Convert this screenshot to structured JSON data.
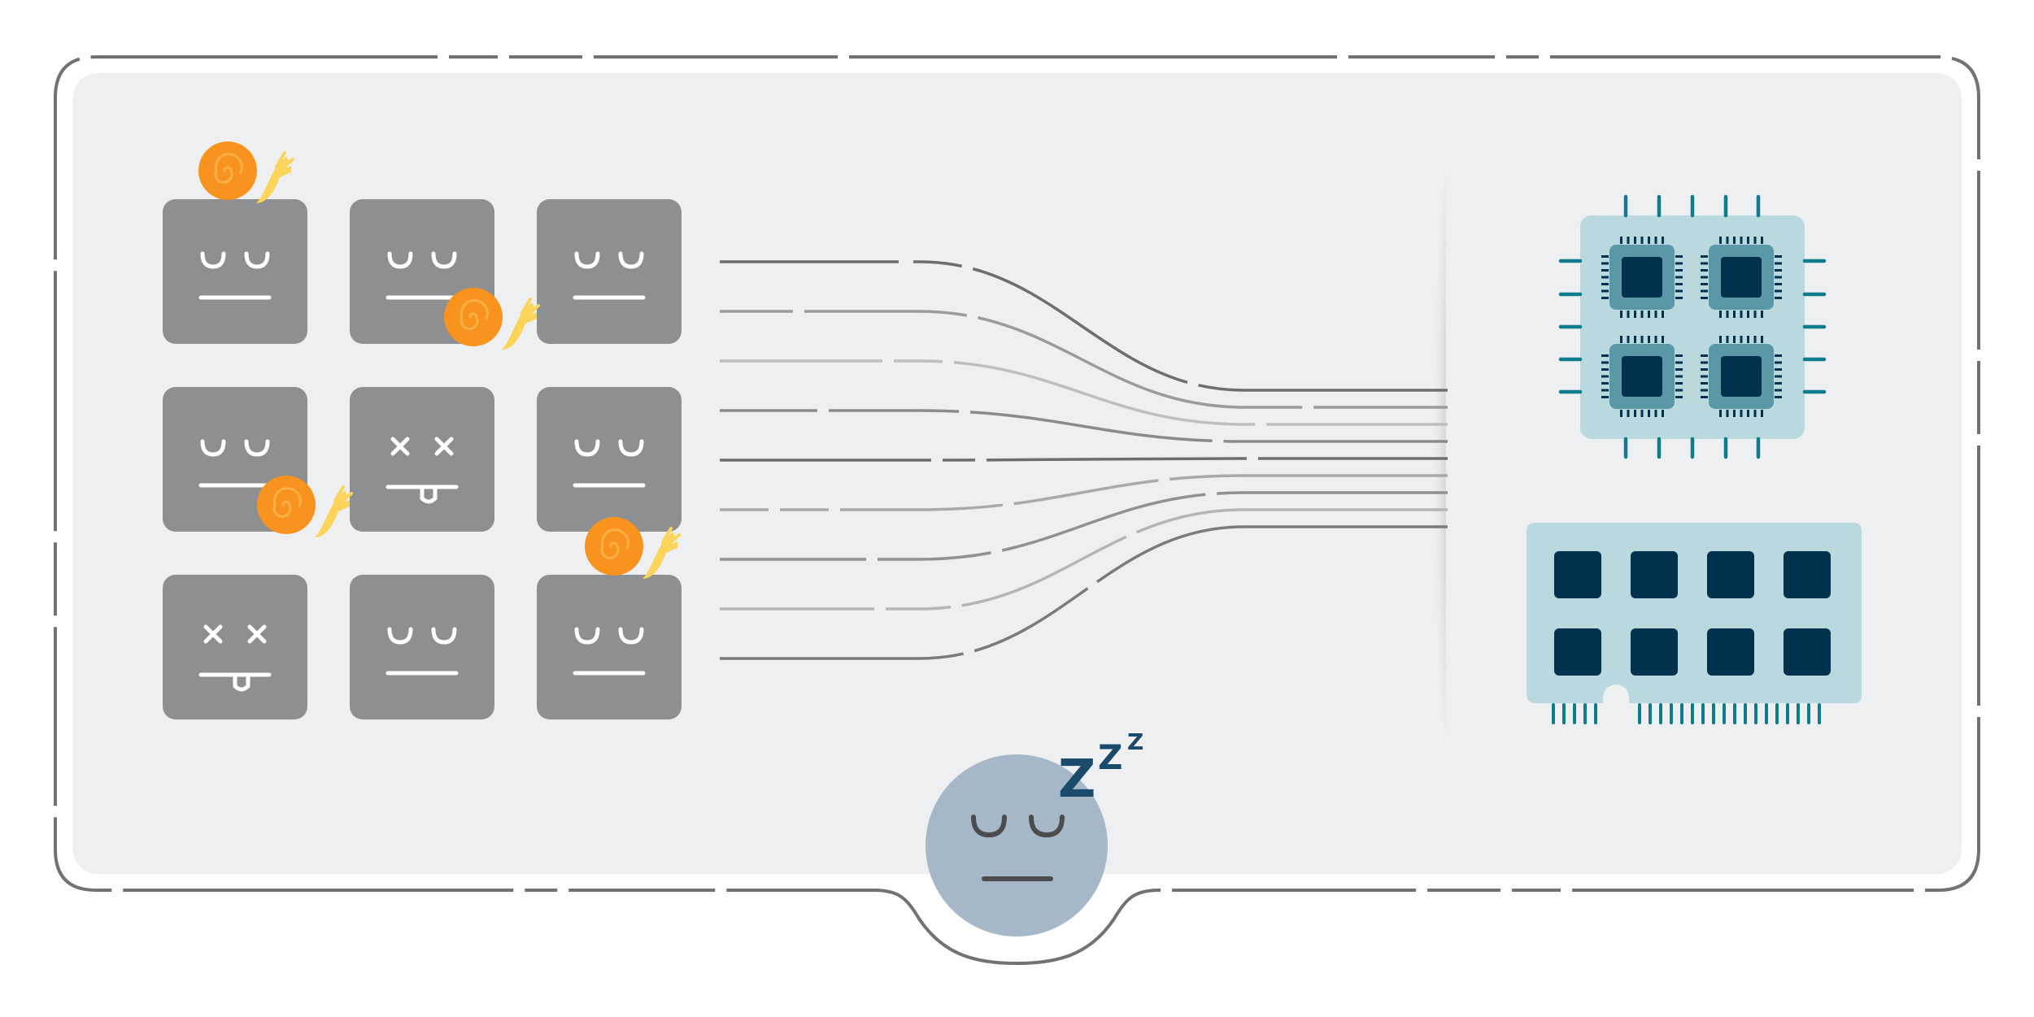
{
  "colors": {
    "background": "#ffffff",
    "panel": "#eeeff1",
    "frame": "#6e6e70",
    "box": "#8e8f91",
    "face_lines": "#ffffff",
    "snail_shell": "#f7931e",
    "snail_body": "#fcd45a",
    "chip_bg": "#b9d9de",
    "chip_core": "#5a98a8",
    "chip_die": "#00324d",
    "chip_pins": "#0e7c8c",
    "sleeper_face": "#a6b8c7",
    "sleeper_features": "#4a4c50",
    "zzz": "#1c4a6a"
  },
  "grid": {
    "boxes": [
      {
        "state": "sleepy",
        "snail": "top-left"
      },
      {
        "state": "sleepy",
        "snail": "bottom-right"
      },
      {
        "state": "sleepy",
        "snail": "none"
      },
      {
        "state": "sleepy",
        "snail": "bottom-right"
      },
      {
        "state": "dead",
        "snail": "none"
      },
      {
        "state": "sleepy",
        "snail": "none"
      },
      {
        "state": "dead",
        "snail": "none"
      },
      {
        "state": "sleepy",
        "snail": "none"
      },
      {
        "state": "sleepy",
        "snail": "top-right"
      }
    ]
  },
  "connections": {
    "count": 9
  },
  "sleeper": {
    "state": "asleep",
    "zzz": [
      "Z",
      "Z",
      "Z"
    ]
  },
  "hardware": {
    "cpu_cores": 4,
    "ram_modules": 8
  },
  "icons": [
    "snail-icon",
    "cpu-icon",
    "ram-icon",
    "sleeping-face-icon",
    "zzz-icon",
    "dead-face-icon"
  ]
}
